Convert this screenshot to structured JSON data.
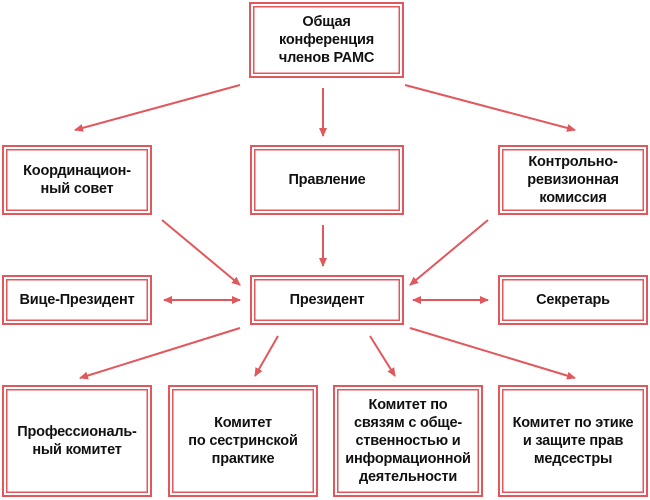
{
  "colors": {
    "accent": "#e2575c"
  },
  "nodes": {
    "general_conference": "Общая\nконференция\nчленов РАМС",
    "coordination_council": "Координацион-\nный совет",
    "board": "Правление",
    "audit_commission": "Контрольно-\nревизионная\nкомиссия",
    "vice_president": "Вице-Президент",
    "president": "Президент",
    "secretary": "Секретарь",
    "professional_committee": "Профессиональ-\nный комитет",
    "nursing_practice_committee": "Комитет\nпо сестринской\nпрактике",
    "public_relations_committee": "Комитет по\nсвязям с обще-\nственностью и\nинформационной\nдеятельности",
    "ethics_committee": "Комитет по этике\nи защите прав\nмедсестры"
  }
}
